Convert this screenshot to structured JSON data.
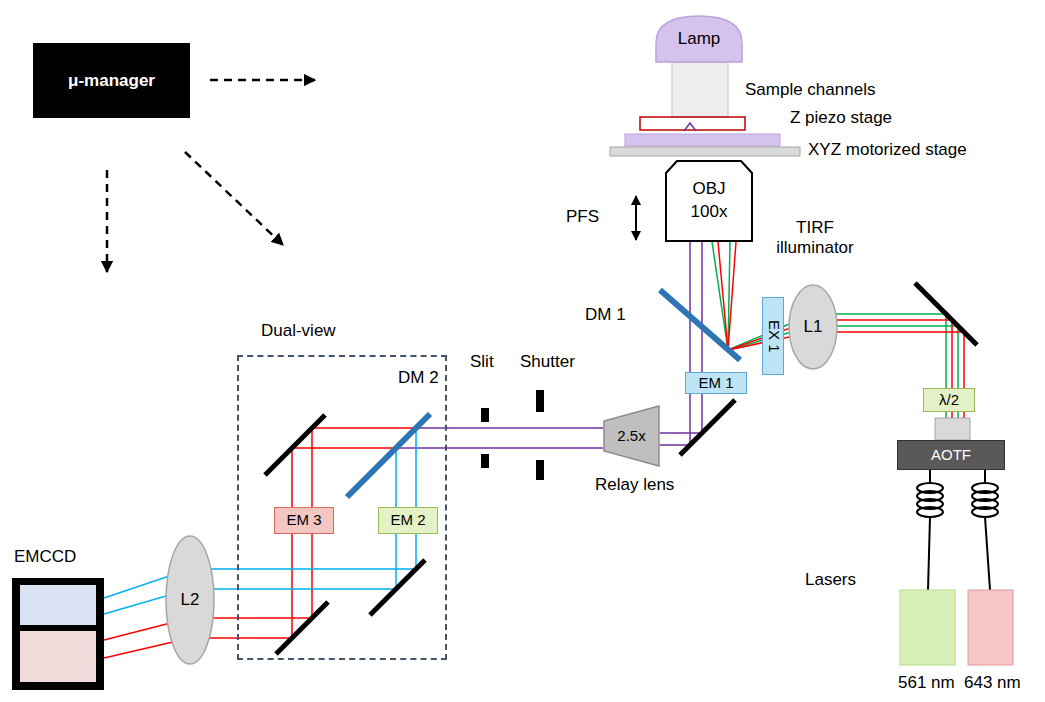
{
  "diagram": {
    "nodes": [
      {
        "text": [
          "μ-manager"
        ]
      },
      {
        "text": [
          "Lamp"
        ]
      },
      {
        "text": [
          "OBJ 100x"
        ]
      },
      {
        "text": [
          "EX 1"
        ]
      },
      {
        "text": [
          "L1"
        ]
      },
      {
        "text": [
          "EM 1"
        ]
      },
      {
        "text": [
          "λ/2"
        ]
      },
      {
        "text": [
          "AOTF"
        ]
      },
      {
        "text": [
          "2.5x"
        ]
      },
      {
        "text": [
          "Dual-view"
        ]
      },
      {
        "text": [
          "EM 3"
        ],
        "in": 9
      },
      {
        "text": [
          "EM 2"
        ],
        "in": 9
      },
      {
        "text": [
          "L2"
        ]
      },
      {
        "text": [
          "EMCCD"
        ]
      }
    ],
    "labels": [
      "Sample channels",
      "Z piezo stage",
      "XYZ motorized stage",
      "PFS",
      "TIRF illuminator",
      "DM 1",
      "Slit",
      "Shutter",
      "Relay lens",
      "DM 2",
      "Lasers",
      "561 nm",
      "643 nm"
    ]
  }
}
